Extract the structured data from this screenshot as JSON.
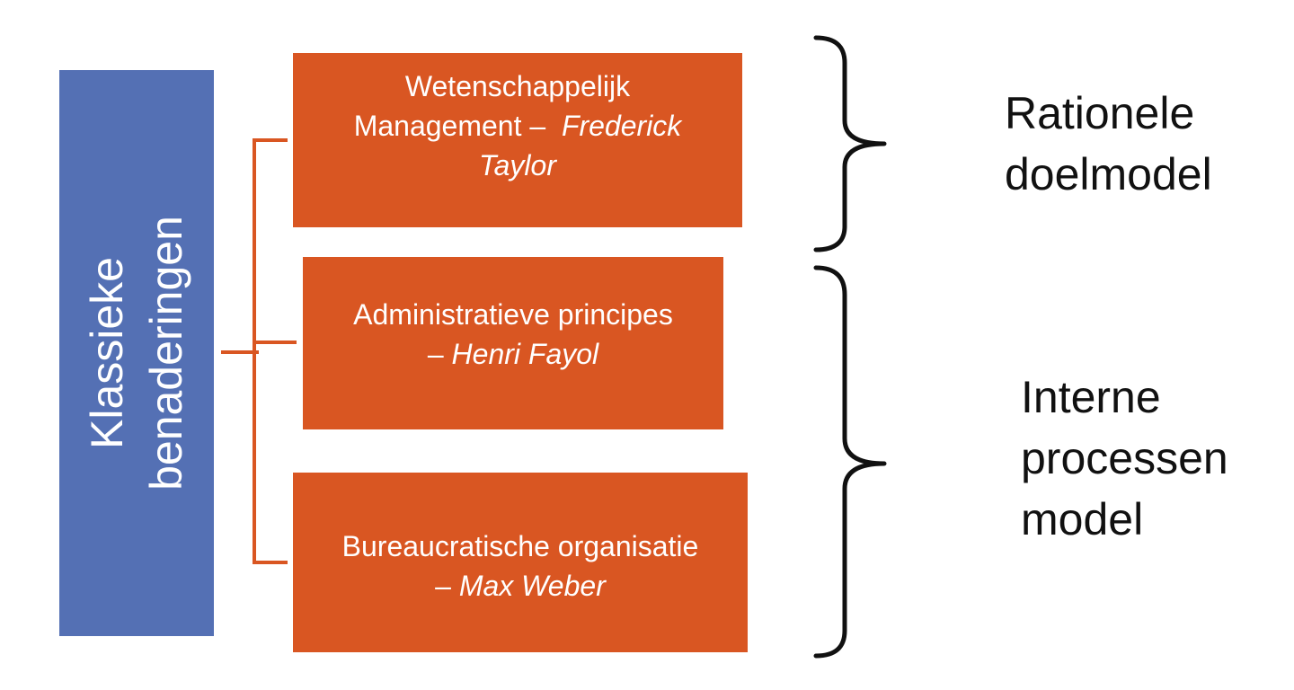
{
  "colors": {
    "root_fill": "#5470b4",
    "box_fill": "#d95622",
    "connector": "#d95622",
    "brace": "#111111",
    "text_on_fill": "#ffffff",
    "group_text": "#111111"
  },
  "root": {
    "line1": "Klassieke",
    "line2": "benaderingen"
  },
  "approaches": [
    {
      "main_line1": "Wetenschappelijk",
      "main_line2": "Management –",
      "author_inline": "Frederick",
      "author_line": "Taylor"
    },
    {
      "main": "Administratieve principes",
      "dash": "–",
      "author": "Henri Fayol"
    },
    {
      "main": "Bureaucratische organisatie",
      "dash": "–",
      "author": "Max Weber"
    }
  ],
  "groups": [
    {
      "lines": [
        "Rationele",
        "doelmodel"
      ]
    },
    {
      "lines": [
        "Interne",
        "processen",
        "model"
      ]
    }
  ]
}
